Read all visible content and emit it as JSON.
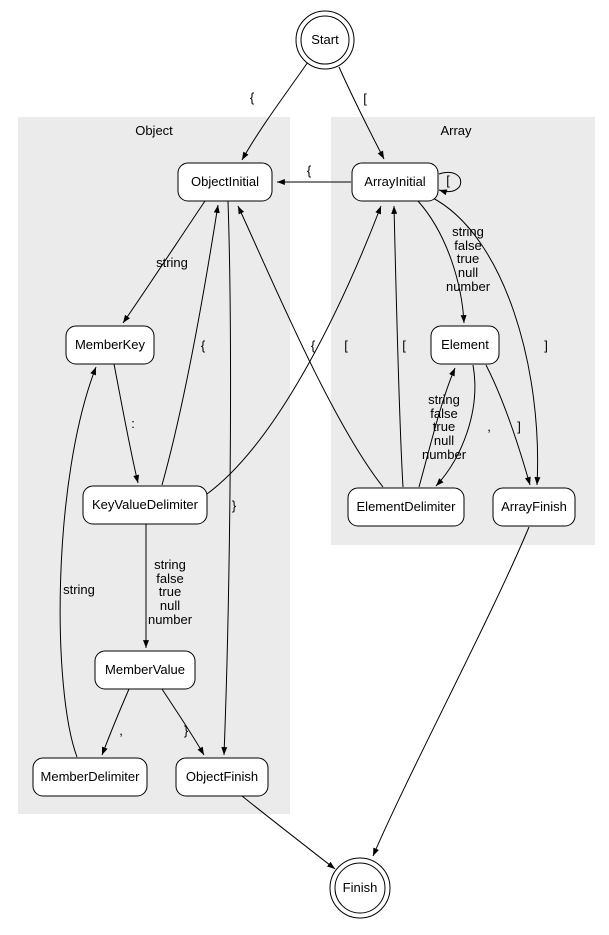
{
  "diagram": {
    "clusters": [
      {
        "id": "object",
        "label": "Object"
      },
      {
        "id": "array",
        "label": "Array"
      }
    ],
    "nodes": [
      {
        "id": "start",
        "label": "Start",
        "shape": "doublecircle"
      },
      {
        "id": "object_initial",
        "label": "ObjectInitial",
        "shape": "box"
      },
      {
        "id": "array_initial",
        "label": "ArrayInitial",
        "shape": "box"
      },
      {
        "id": "member_key",
        "label": "MemberKey",
        "shape": "box"
      },
      {
        "id": "element",
        "label": "Element",
        "shape": "box"
      },
      {
        "id": "key_value_delimiter",
        "label": "KeyValueDelimiter",
        "shape": "box"
      },
      {
        "id": "element_delimiter",
        "label": "ElementDelimiter",
        "shape": "box"
      },
      {
        "id": "array_finish",
        "label": "ArrayFinish",
        "shape": "box"
      },
      {
        "id": "member_value",
        "label": "MemberValue",
        "shape": "box"
      },
      {
        "id": "member_delimiter",
        "label": "MemberDelimiter",
        "shape": "box"
      },
      {
        "id": "object_finish",
        "label": "ObjectFinish",
        "shape": "box"
      },
      {
        "id": "finish",
        "label": "Finish",
        "shape": "doublecircle"
      }
    ],
    "edges": [
      {
        "from": "Start",
        "to": "ObjectInitial",
        "label": "{"
      },
      {
        "from": "Start",
        "to": "ArrayInitial",
        "label": "["
      },
      {
        "from": "ArrayInitial",
        "to": "ObjectInitial",
        "label": "{"
      },
      {
        "from": "ArrayInitial",
        "to": "ArrayInitial",
        "label": "["
      },
      {
        "from": "ObjectInitial",
        "to": "MemberKey",
        "label": "string"
      },
      {
        "from": "MemberKey",
        "to": "KeyValueDelimiter",
        "label": ":"
      },
      {
        "from": "KeyValueDelimiter",
        "to": "ObjectInitial",
        "label": "{"
      },
      {
        "from": "KeyValueDelimiter",
        "to": "ArrayInitial",
        "label": "["
      },
      {
        "from": "KeyValueDelimiter",
        "to": "MemberValue",
        "label": "string\nfalse\ntrue\nnull\nnumber"
      },
      {
        "from": "MemberValue",
        "to": "MemberDelimiter",
        "label": ","
      },
      {
        "from": "MemberValue",
        "to": "ObjectFinish",
        "label": "}"
      },
      {
        "from": "MemberDelimiter",
        "to": "MemberKey",
        "label": "string"
      },
      {
        "from": "ObjectInitial",
        "to": "ObjectFinish",
        "label": "}"
      },
      {
        "from": "ArrayInitial",
        "to": "Element",
        "label": "string\nfalse\ntrue\nnull\nnumber"
      },
      {
        "from": "Element",
        "to": "ElementDelimiter",
        "label": ","
      },
      {
        "from": "Element",
        "to": "ArrayFinish",
        "label": "]"
      },
      {
        "from": "ElementDelimiter",
        "to": "Element",
        "label": "string\nfalse\ntrue\nnull\nnumber"
      },
      {
        "from": "ElementDelimiter",
        "to": "ObjectInitial",
        "label": "{"
      },
      {
        "from": "ElementDelimiter",
        "to": "ArrayInitial",
        "label": "["
      },
      {
        "from": "ArrayInitial",
        "to": "ArrayFinish",
        "label": "]"
      },
      {
        "from": "ObjectFinish",
        "to": "Finish",
        "label": ""
      },
      {
        "from": "ArrayFinish",
        "to": "Finish",
        "label": ""
      }
    ],
    "colors": {
      "background": "#ffffff",
      "cluster_fill": "#ebebeb",
      "node_fill": "#ffffff",
      "line": "#000000"
    }
  }
}
